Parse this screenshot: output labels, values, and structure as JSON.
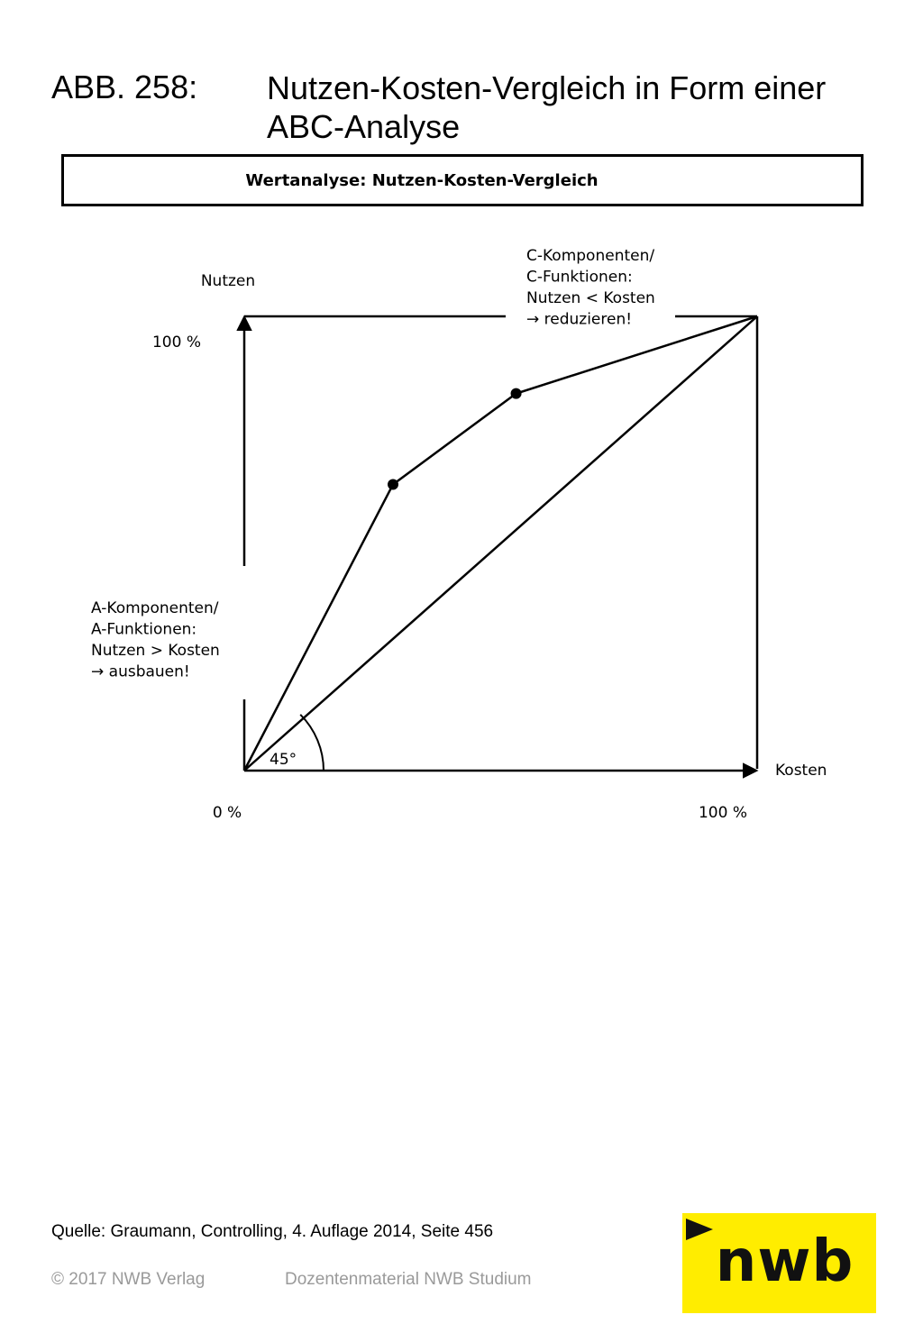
{
  "figure": {
    "number": "ABB. 258:",
    "title": "Nutzen-Kosten-Vergleich in Form einer ABC-Analyse"
  },
  "chart_data": {
    "type": "line",
    "title": "Wertanalyse: Nutzen-Kosten-Vergleich",
    "xlabel": "Kosten",
    "ylabel": "Nutzen",
    "xlim": [
      0,
      100
    ],
    "ylim": [
      0,
      100
    ],
    "x_ticks": [
      "0 %",
      "100 %"
    ],
    "y_ticks": [
      "100 %"
    ],
    "grid": false,
    "series": [
      {
        "x": [
          0,
          29,
          53,
          100
        ],
        "y": [
          0,
          63,
          83,
          100
        ],
        "markers_at": [
          1,
          2
        ]
      },
      {
        "x": [
          0,
          100
        ],
        "y": [
          0,
          100
        ]
      }
    ],
    "angle_label": "45°",
    "annotations": {
      "a": [
        "A-Komponenten/",
        "A-Funktionen:",
        "Nutzen > Kosten",
        "→ ausbauen!"
      ],
      "c": [
        "C-Komponenten/",
        "C-Funktionen:",
        "Nutzen < Kosten",
        "→ reduzieren!"
      ]
    }
  },
  "footer": {
    "source": "Quelle: Graumann, Controlling, 4. Auflage 2014, Seite 456",
    "copyright": "© 2017 NWB Verlag",
    "material": "Dozentenmaterial NWB Studium",
    "logo_text": "nwb",
    "logo_color": "#ffed00"
  }
}
